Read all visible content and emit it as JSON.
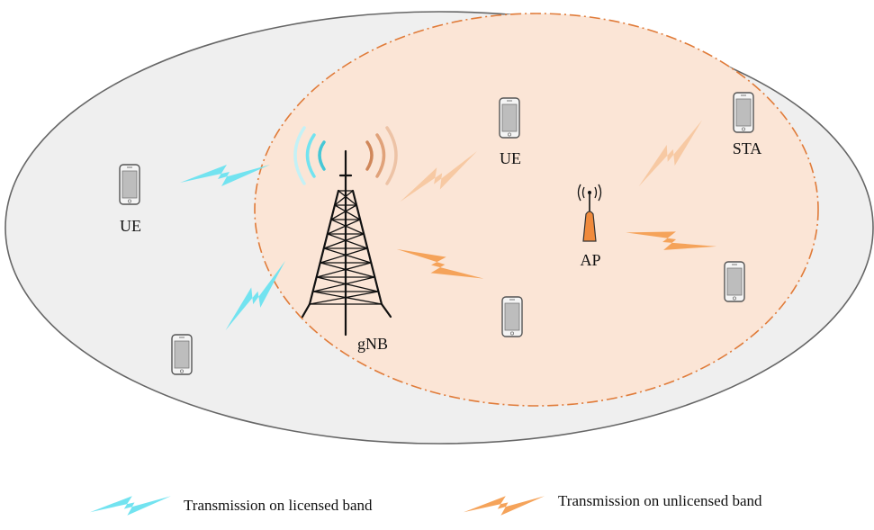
{
  "labels": {
    "ue_left": "UE",
    "ue_top": "UE",
    "sta": "STA",
    "ap": "AP",
    "gnb": "gNB"
  },
  "legend": {
    "licensed": "Transmission on licensed band",
    "unlicensed": "Transmission on unlicensed band"
  },
  "colors": {
    "licensed": "#72e3f0",
    "unlicensed": "#f5a35a",
    "unlicensed_light": "#f7c9a3",
    "outer_area": "#efefef",
    "inner_area": "#fbe5d6",
    "inner_border": "#e07b39"
  },
  "icons": {
    "tower": "cell-tower-icon",
    "access_point": "wifi-access-point-icon",
    "device": "smartphone-icon",
    "licensed_link": "lightning-bolt-icon",
    "unlicensed_link": "lightning-bolt-icon"
  }
}
